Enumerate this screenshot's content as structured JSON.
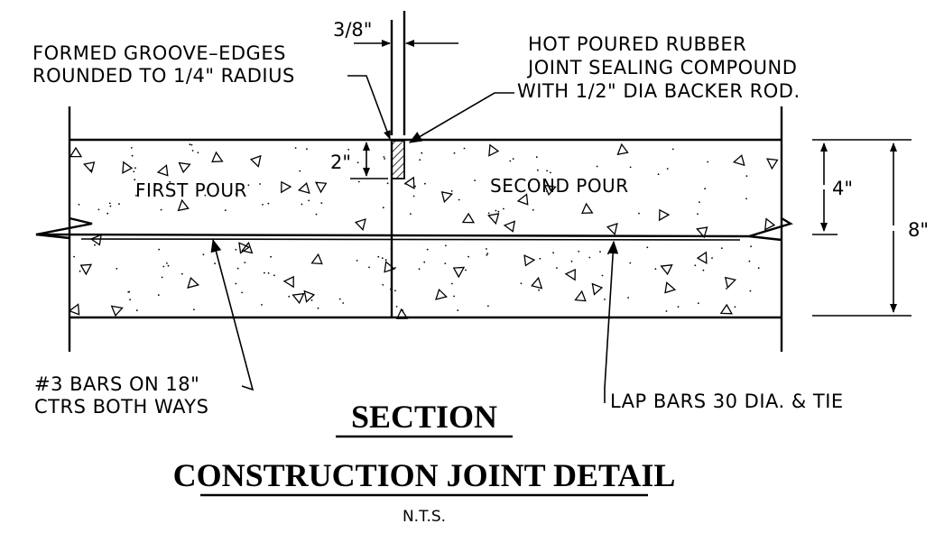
{
  "labels": {
    "groove_note": [
      "FORMED GROOVE–EDGES",
      "ROUNDED TO 1/4\" RADIUS"
    ],
    "sealant_note": [
      "HOT POURED RUBBER",
      "JOINT SEALING COMPOUND",
      "WITH 1/2\" DIA BACKER ROD."
    ],
    "groove_width": "3/8\"",
    "groove_depth": "2\"",
    "first_pour": "FIRST POUR",
    "second_pour": "SECOND POUR",
    "half_thickness": "4\"",
    "slab_thickness": "8\"",
    "bars_note": [
      "#3 BARS ON 18\"",
      "CTRS BOTH WAYS"
    ],
    "lap_note": "LAP BARS 30 DIA. & TIE"
  },
  "title": {
    "section": "SECTION",
    "detail": "CONSTRUCTION JOINT DETAIL",
    "scale": "N.T.S."
  }
}
